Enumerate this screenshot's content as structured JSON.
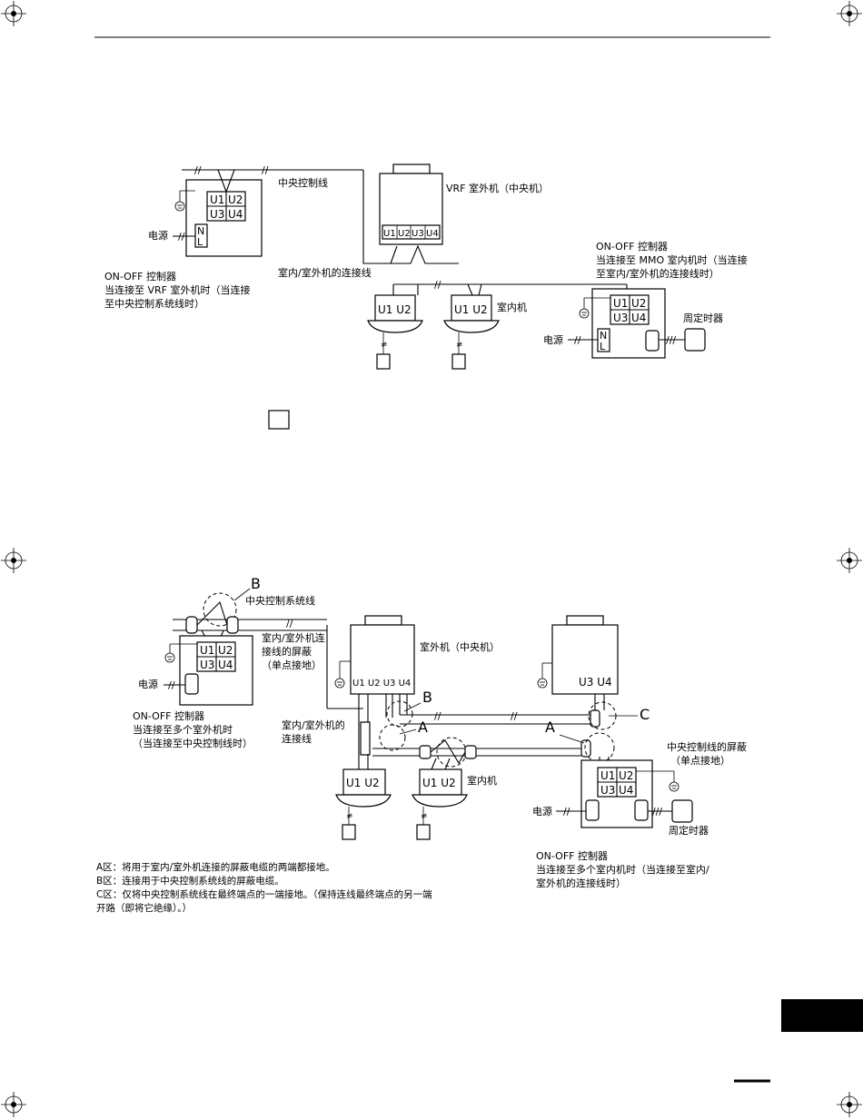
{
  "top": {
    "central_line": "中央控制线",
    "outdoor_unit": "VRF 室外机（中央机）",
    "power_left": "电源",
    "ctrl_left": [
      "ON-OFF 控制器",
      "当连接至 VRF 室外机时（当连接",
      "至中央控制系统线时）"
    ],
    "io_connect": "室内/室外机的连接线",
    "ctrl_right": [
      "ON-OFF 控制器",
      "当连接至 MMO 室内机时（当连接",
      "至室内/室外机的连接线时）"
    ],
    "indoor_unit": "室内机",
    "timer": "周定时器",
    "power_right": "电源"
  },
  "terminals": {
    "u1": "U1",
    "u2": "U2",
    "u3": "U3",
    "u4": "U4",
    "n": "N",
    "l": "L",
    "u1u2": "U1 U2",
    "u1u2u3u4": "U1 U2 U3 U4",
    "u3u4": "U3 U4"
  },
  "bottom": {
    "label_b": "B",
    "label_a": "A",
    "label_c": "C",
    "central_sys_line": "中央控制系统线",
    "io_shield": [
      "室内/室外机连",
      "接线的屏蔽",
      "（单点接地）"
    ],
    "outdoor_center": "室外机（中央机）",
    "power_left": "电源",
    "ctrl_left": [
      "ON-OFF 控制器",
      "当连接至多个室外机时",
      "（当连接至中央控制线时）"
    ],
    "io_connect": [
      "室内/室外机的",
      "连接线"
    ],
    "indoor_unit": "室内机",
    "central_shield": [
      "中央控制线的屏蔽",
      "（单点接地）"
    ],
    "power_right": "电源",
    "timer": "周定时器",
    "ctrl_right": [
      "ON-OFF 控制器",
      "当连接至多个室内机时（当连接至室内/",
      "室外机的连接线时）"
    ]
  },
  "notes": [
    "A区：将用于室内/室外机连接的屏蔽电缆的两端都接地。",
    "B区：连接用于中央控制系统线的屏蔽电缆。",
    "C区：仅将中央控制系统线在最终端点的一端接地。（保持连线最终端点的另一端",
    "开路（即将它绝缘）。）"
  ]
}
